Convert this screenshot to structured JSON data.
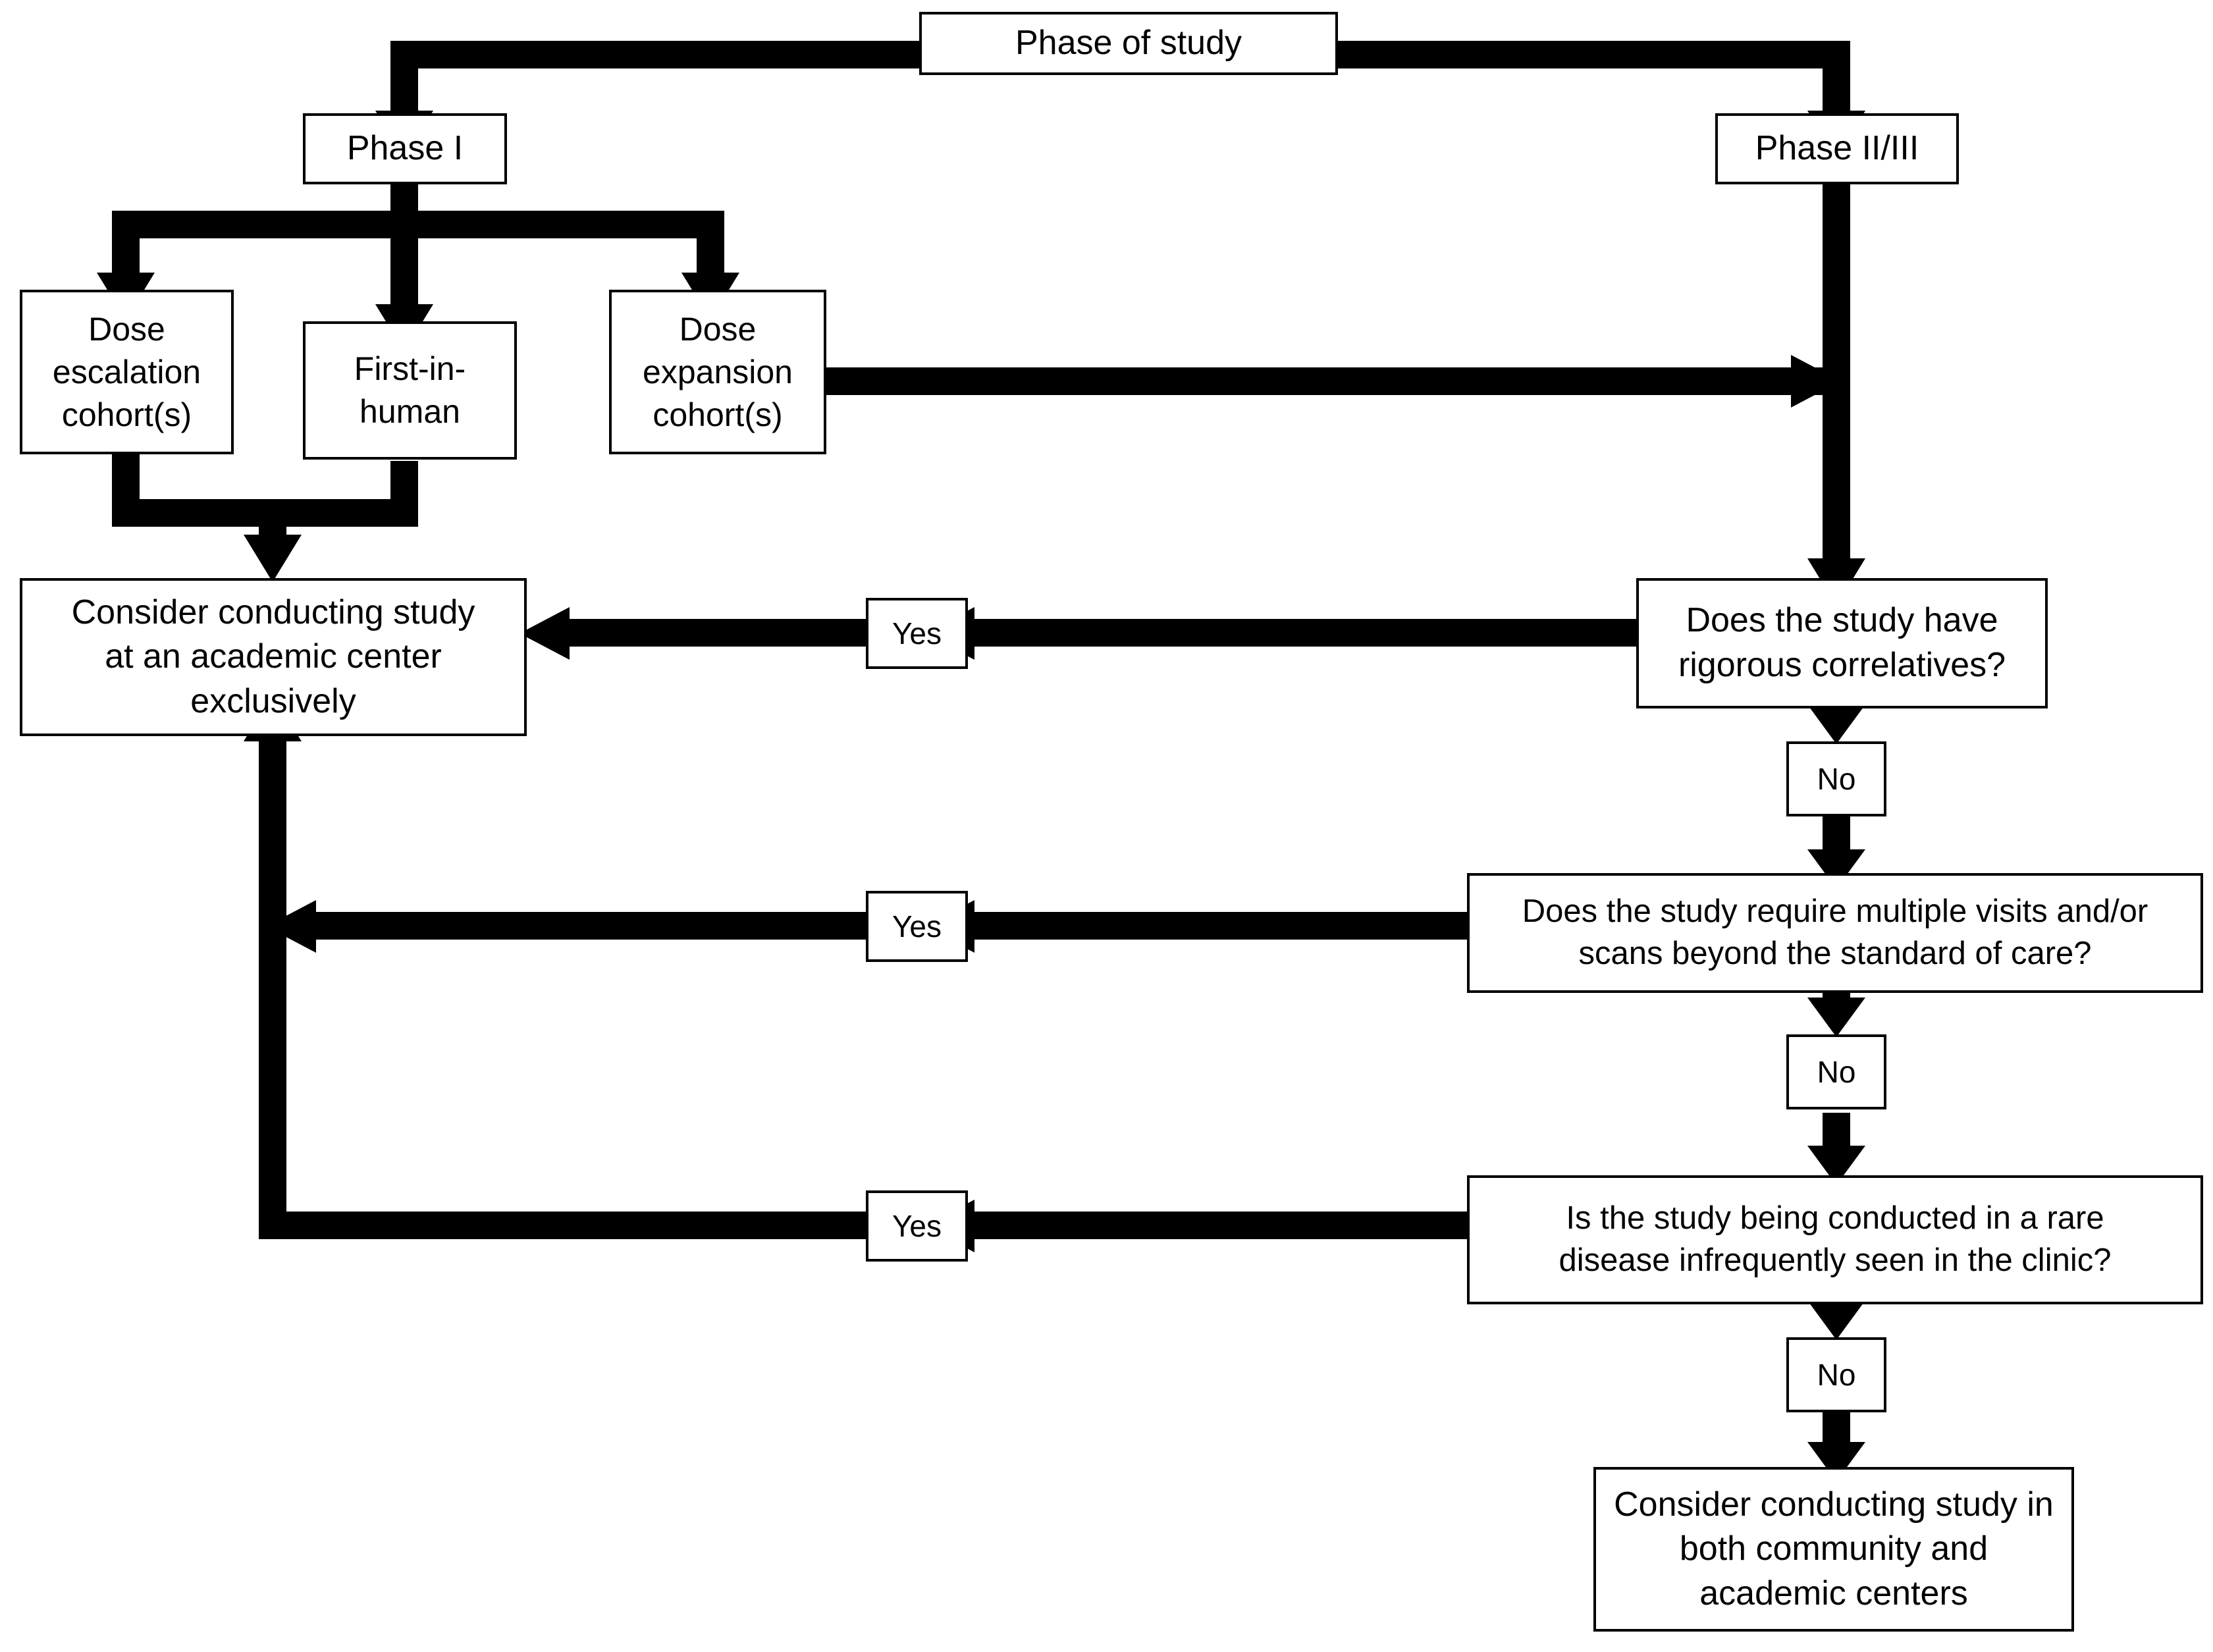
{
  "diagram": {
    "title": "Clinical trial site selection decision flowchart",
    "line_color": "#000000",
    "box_fill": "#ffffff",
    "nodes": {
      "phase_of_study": "Phase of study",
      "phase_1": "Phase I",
      "phase_2_3": "Phase II/III",
      "dose_escalation": "Dose\nescalation\ncohort(s)",
      "first_in_human": "First-in-\nhuman",
      "dose_expansion": "Dose\nexpansion\ncohort(s)",
      "academic_only": "Consider conducting study\nat an academic center\nexclusively",
      "q_correlatives": "Does the study have\nrigorous correlatives?",
      "q_visits_scans": "Does the study require multiple visits and/or\nscans beyond the standard of care?",
      "q_rare_disease": "Is the study being conducted in a rare\ndisease infrequently seen in the clinic?",
      "both_centers": "Consider conducting study in\nboth community and\nacademic centers"
    },
    "edge_labels": {
      "yes_correlatives": "Yes",
      "no_correlatives": "No",
      "yes_visits": "Yes",
      "no_visits": "No",
      "yes_rare": "Yes",
      "no_rare": "No"
    }
  }
}
